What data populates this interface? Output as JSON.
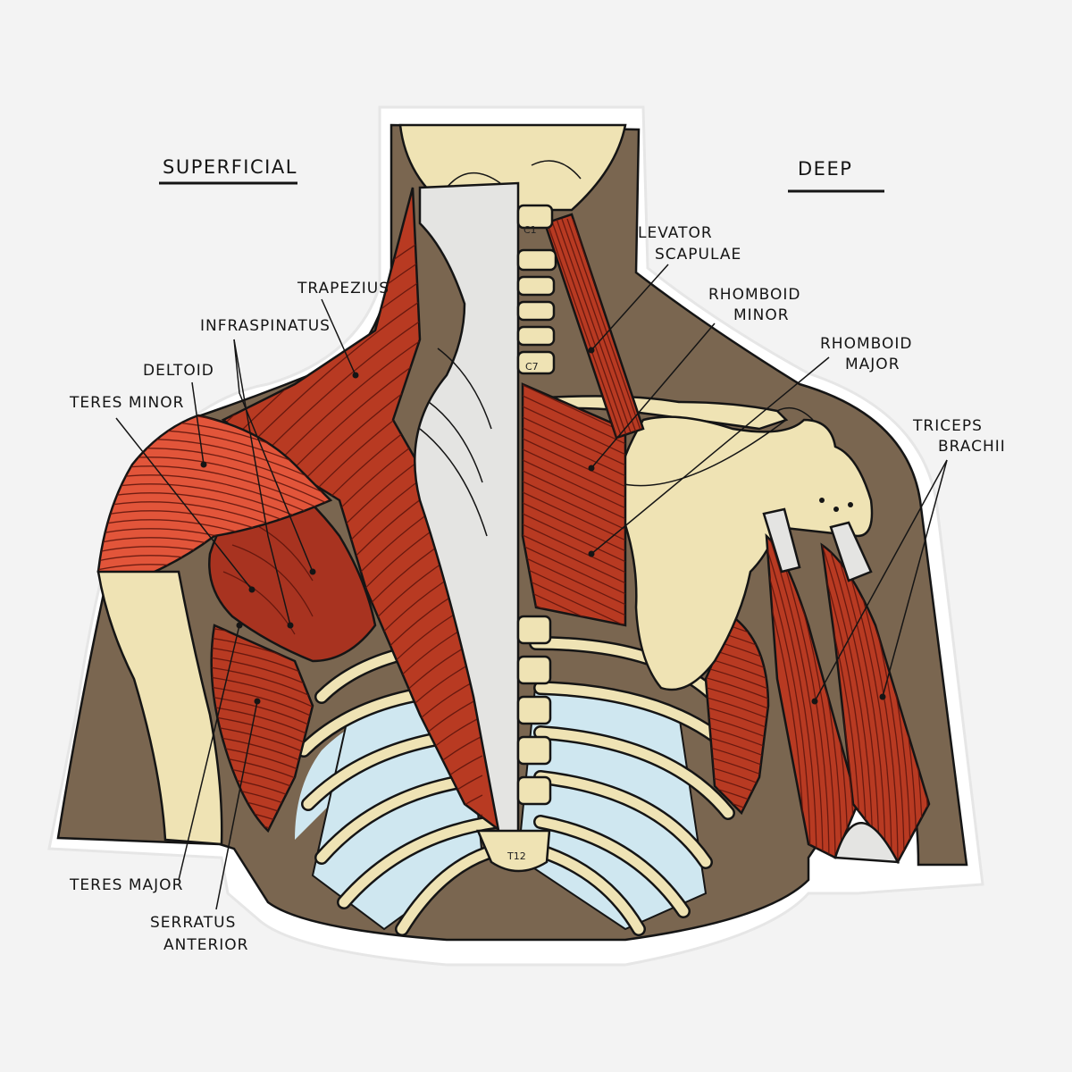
{
  "headings": {
    "superficial": "SUPERFICIAl",
    "deep": "Deep"
  },
  "labels": {
    "trapezius": "Trapezius",
    "infraspinatus": "Infraspinatus",
    "deltoid": "Deltoid",
    "teres_minor": "Teres minor",
    "teres_major": "Teres major",
    "serratus_line1": "Serratus",
    "serratus_line2": "Anterior",
    "levator_line1": "Levator",
    "levator_line2": "Scapulae",
    "rhomboid_minor_line1": "Rhomboid",
    "rhomboid_minor_line2": "Minor",
    "rhomboid_major_line1": "Rhomboid",
    "rhomboid_major_line2": "Major",
    "triceps_line1": "Triceps",
    "triceps_line2": "Brachii"
  },
  "vertebra_labels": {
    "c1": "C1",
    "c7": "C7",
    "t12": "T12"
  },
  "colors": {
    "background": "#f3f3f3",
    "sticker_border": "#ffffff",
    "skin": "#7a6650",
    "muscle": "#b83a22",
    "muscle_light": "#e2553a",
    "bone": "#efe3b4",
    "tendon": "#e4e4e2",
    "lung": "#cfe7f0"
  }
}
